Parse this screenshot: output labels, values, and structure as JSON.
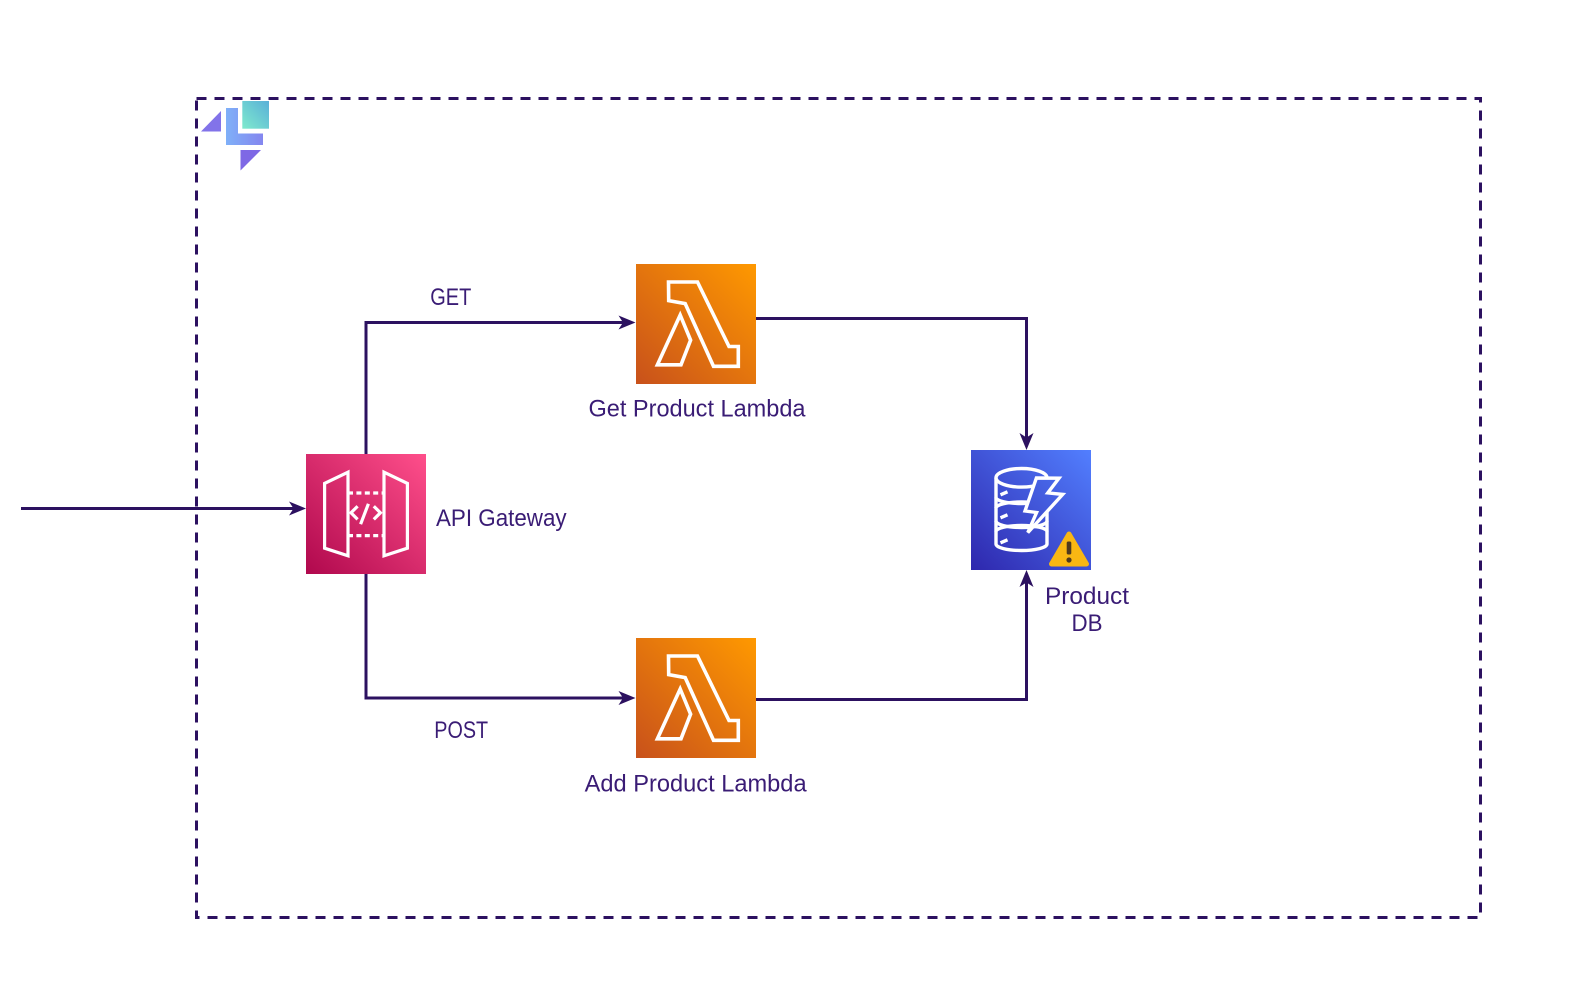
{
  "diagram": {
    "type": "aws-architecture",
    "tool_logo": "eraser-logo",
    "nodes": [
      {
        "id": "api_gateway",
        "label": "API Gateway",
        "icon": "api-gateway",
        "label_position": "right"
      },
      {
        "id": "get_product_lambda",
        "label": "Get Product Lambda",
        "icon": "lambda",
        "label_position": "bottom"
      },
      {
        "id": "add_product_lambda",
        "label": "Add Product Lambda",
        "icon": "lambda",
        "label_position": "bottom"
      },
      {
        "id": "product_db",
        "label": "Product DB",
        "label_lines": [
          "Product",
          "DB"
        ],
        "icon": "dynamodb",
        "badge": "warning",
        "label_position": "bottom-right"
      }
    ],
    "edges": [
      {
        "from": "external",
        "to": "api_gateway",
        "label": ""
      },
      {
        "from": "api_gateway",
        "to": "get_product_lambda",
        "label": "GET"
      },
      {
        "from": "api_gateway",
        "to": "add_product_lambda",
        "label": "POST"
      },
      {
        "from": "get_product_lambda",
        "to": "product_db",
        "label": ""
      },
      {
        "from": "add_product_lambda",
        "to": "product_db",
        "label": ""
      }
    ]
  },
  "colors": {
    "background": "#ffffff",
    "edge_line": "#2C1160",
    "container_border": "#2C1160",
    "label_text": "#3A1C75",
    "icon_glyph": "#FFFFFF",
    "api_gateway_gradient_from": "#B0084D",
    "api_gateway_gradient_to": "#FF4F8B",
    "lambda_gradient_from": "#C8511B",
    "lambda_gradient_to": "#FF9900",
    "dynamodb_gradient_from": "#2E27AD",
    "dynamodb_gradient_to": "#527FFF",
    "warning_fill": "#F9B713",
    "warning_glyph": "#4F3A1F",
    "logo_teal_from": "#7FEACD",
    "logo_teal_to": "#59B0D8",
    "logo_blue_from": "#7FB0F8",
    "logo_blue_to": "#8486EF",
    "logo_purple_left": "#8273E9",
    "logo_purple_bottom": "#7E68E5"
  }
}
